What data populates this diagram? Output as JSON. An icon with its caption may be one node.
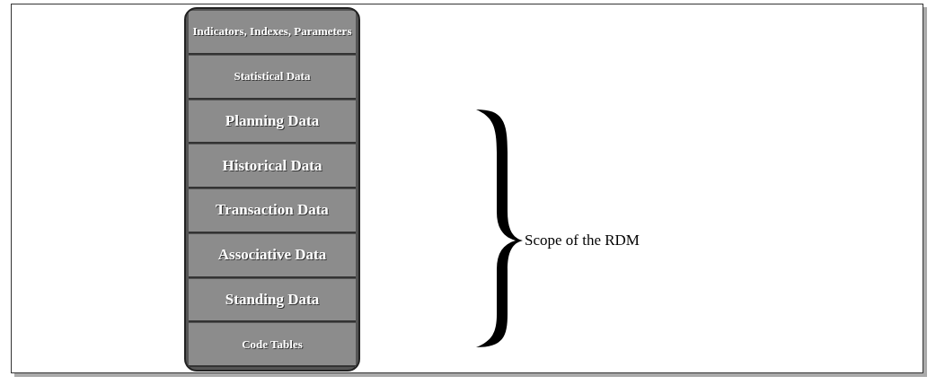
{
  "diagram": {
    "nodes": [
      {
        "text": [],
        "shape": "box"
      },
      {
        "text": [
          "Indicators, Indexes, Parameters"
        ],
        "in": 0
      },
      {
        "text": [
          "Statistical Data"
        ],
        "in": 0
      },
      {
        "text": [
          "Planning Data"
        ],
        "in": 0
      },
      {
        "text": [
          "Historical Data"
        ],
        "in": 0
      },
      {
        "text": [
          "Transaction Data"
        ],
        "in": 0
      },
      {
        "text": [
          "Associative Data"
        ],
        "in": 0
      },
      {
        "text": [
          "Standing Data"
        ],
        "in": 0
      },
      {
        "text": [
          "Code Tables"
        ],
        "in": 0
      },
      {
        "text": [],
        "shape": "brace"
      }
    ],
    "labels": [
      "Scope of the RDM"
    ]
  }
}
